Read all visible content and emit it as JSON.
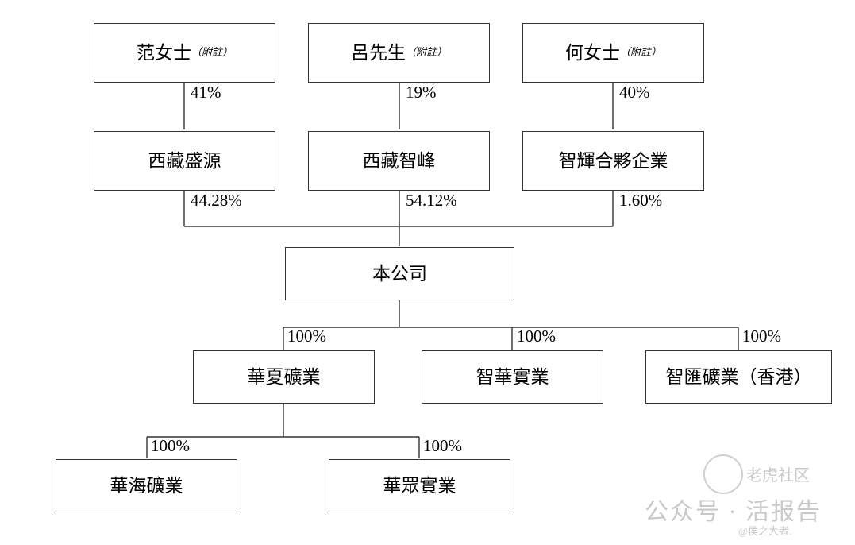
{
  "diagram": {
    "type": "org-shareholding-structure",
    "note_marker": "（附註）",
    "nodes": [
      {
        "id": "fan",
        "label": "范女士",
        "note": "（附註）"
      },
      {
        "id": "lu",
        "label": "呂先生",
        "note": "（附註）"
      },
      {
        "id": "he",
        "label": "何女士",
        "note": "（附註）"
      },
      {
        "id": "xizang_sy",
        "label": "西藏盛源",
        "note": ""
      },
      {
        "id": "xizang_zf",
        "label": "西藏智峰",
        "note": ""
      },
      {
        "id": "zhihui_hh",
        "label": "智輝合夥企業",
        "note": ""
      },
      {
        "id": "company",
        "label": "本公司",
        "note": ""
      },
      {
        "id": "huaxia",
        "label": "華夏礦業",
        "note": ""
      },
      {
        "id": "zhihua",
        "label": "智華實業",
        "note": ""
      },
      {
        "id": "zhihui_hk",
        "label": "智匯礦業（香港）",
        "note": ""
      },
      {
        "id": "huahai",
        "label": "華海礦業",
        "note": ""
      },
      {
        "id": "huazhong",
        "label": "華眾實業",
        "note": ""
      }
    ],
    "edges": [
      {
        "from": "fan",
        "to": "xizang_sy",
        "label": "41%"
      },
      {
        "from": "lu",
        "to": "xizang_zf",
        "label": "19%"
      },
      {
        "from": "he",
        "to": "zhihui_hh",
        "label": "40%"
      },
      {
        "from": "xizang_sy",
        "to": "company",
        "label": "44.28%"
      },
      {
        "from": "xizang_zf",
        "to": "company",
        "label": "54.12%"
      },
      {
        "from": "zhihui_hh",
        "to": "company",
        "label": "1.60%"
      },
      {
        "from": "company",
        "to": "huaxia",
        "label": "100%"
      },
      {
        "from": "company",
        "to": "zhihua",
        "label": "100%"
      },
      {
        "from": "company",
        "to": "zhihui_hk",
        "label": "100%"
      },
      {
        "from": "huaxia",
        "to": "huahai",
        "label": "100%"
      },
      {
        "from": "huaxia",
        "to": "huazhong",
        "label": "100%"
      }
    ]
  },
  "watermark": {
    "line1": "公众号 · 活报告",
    "badge_text": "老虎社区",
    "small": "@侯之大者."
  }
}
